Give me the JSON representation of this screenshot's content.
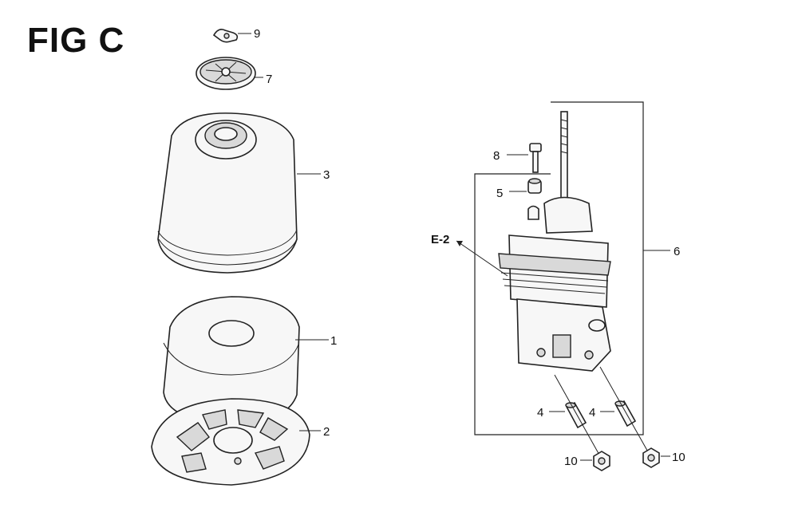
{
  "figure": {
    "title": "FIG C"
  },
  "callouts": {
    "c9": "9",
    "c7": "7",
    "c3": "3",
    "c1": "1",
    "c2": "2",
    "c8": "8",
    "c5": "5",
    "c6": "6",
    "ce2": "E-2",
    "c4a": "4",
    "c4b": "4",
    "c10a": "10",
    "c10b": "10"
  }
}
